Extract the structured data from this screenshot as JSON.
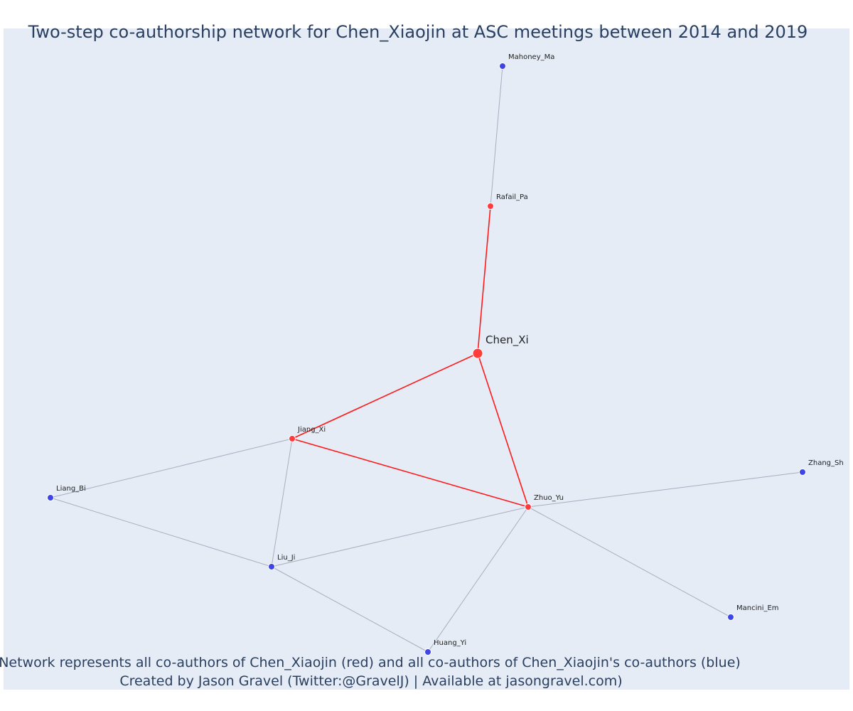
{
  "title": "Two-step co-authorship network for Chen_Xiaojin at ASC meetings between 2014 and 2019",
  "caption": {
    "line1": "Network represents all co-authors of Chen_Xiaojin (red) and all co-authors of Chen_Xiaojin's co-authors (blue)",
    "line2": "Created by Jason Gravel (Twitter:@GravelJ) | Available at jasongravel.com)"
  },
  "colors": {
    "background": "#e5ecf6",
    "coauthor": "#ff3b3b",
    "second_step": "#3d45e6",
    "red_edge": "#ff1a1a",
    "grey_edge": "#a8aec0",
    "text": "#2a3f5f"
  },
  "chart_data": {
    "type": "network",
    "focal": "Chen_Xi",
    "nodes": [
      {
        "id": "Chen_Xi",
        "label": "Chen_Xi",
        "group": "focal"
      },
      {
        "id": "Rafail_Pa",
        "label": "Rafail_Pa",
        "group": "coauthor"
      },
      {
        "id": "Jiang_Xi",
        "label": "Jiang_Xi",
        "group": "coauthor"
      },
      {
        "id": "Zhuo_Yu",
        "label": "Zhuo_Yu",
        "group": "coauthor"
      },
      {
        "id": "Mahoney_Ma",
        "label": "Mahoney_Ma",
        "group": "second_step"
      },
      {
        "id": "Liang_Bi",
        "label": "Liang_Bi",
        "group": "second_step"
      },
      {
        "id": "Liu_Ji",
        "label": "Liu_Ji",
        "group": "second_step"
      },
      {
        "id": "Huang_Yi",
        "label": "Huang_Yi",
        "group": "second_step"
      },
      {
        "id": "Zhang_Sh",
        "label": "Zhang_Sh",
        "group": "second_step"
      },
      {
        "id": "Mancini_Em",
        "label": "Mancini_Em",
        "group": "second_step"
      }
    ],
    "edges": [
      {
        "source": "Chen_Xi",
        "target": "Rafail_Pa",
        "kind": "red"
      },
      {
        "source": "Chen_Xi",
        "target": "Jiang_Xi",
        "kind": "red"
      },
      {
        "source": "Chen_Xi",
        "target": "Zhuo_Yu",
        "kind": "red"
      },
      {
        "source": "Jiang_Xi",
        "target": "Zhuo_Yu",
        "kind": "red"
      },
      {
        "source": "Rafail_Pa",
        "target": "Mahoney_Ma",
        "kind": "grey"
      },
      {
        "source": "Jiang_Xi",
        "target": "Liang_Bi",
        "kind": "grey"
      },
      {
        "source": "Jiang_Xi",
        "target": "Liu_Ji",
        "kind": "grey"
      },
      {
        "source": "Liang_Bi",
        "target": "Liu_Ji",
        "kind": "grey"
      },
      {
        "source": "Liu_Ji",
        "target": "Zhuo_Yu",
        "kind": "grey"
      },
      {
        "source": "Liu_Ji",
        "target": "Huang_Yi",
        "kind": "grey"
      },
      {
        "source": "Zhuo_Yu",
        "target": "Huang_Yi",
        "kind": "grey"
      },
      {
        "source": "Zhuo_Yu",
        "target": "Zhang_Sh",
        "kind": "grey"
      },
      {
        "source": "Zhuo_Yu",
        "target": "Mancini_Em",
        "kind": "grey"
      }
    ]
  }
}
